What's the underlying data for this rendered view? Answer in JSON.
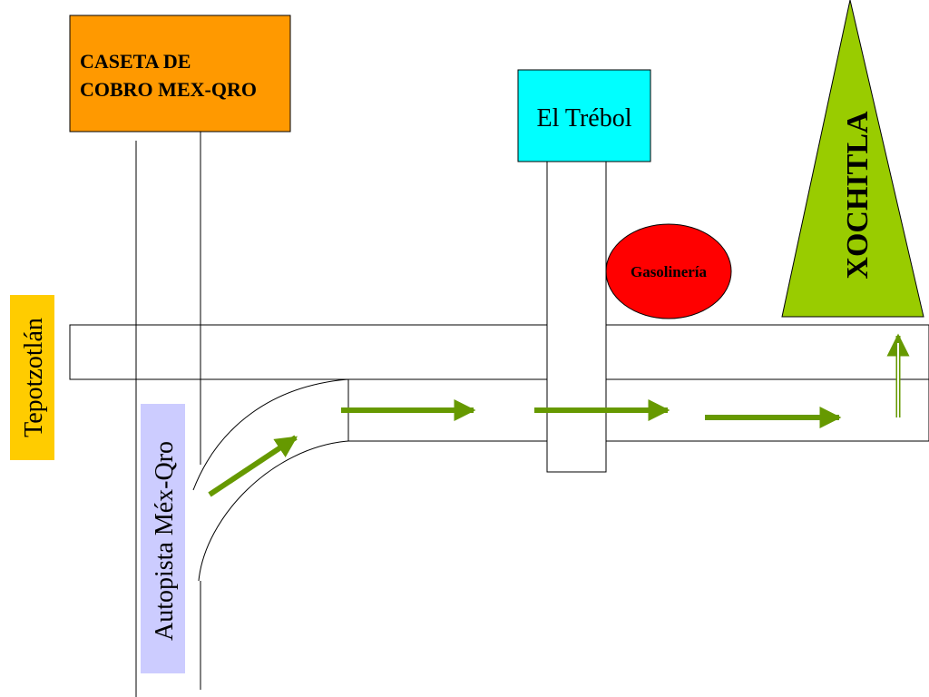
{
  "labels": {
    "caseta_line1": "CASETA DE",
    "caseta_line2": "COBRO MEX-QRO",
    "trebol": "El Trébol",
    "xochitla": "XOCHITLA",
    "gasolineria": "Gasolinería",
    "tepotzotlan": "Tepotzotlán",
    "autopista": "Autopista Méx-Qro"
  },
  "colors": {
    "caseta": "#FF9900",
    "trebol": "#00FFFF",
    "xochitla": "#99CC00",
    "gasolineria": "#FF0000",
    "tepotzotlan": "#FFCC00",
    "autopista": "#CCCCFF",
    "arrow": "#669900",
    "arrow_up": "#99CC00"
  },
  "icons": {
    "route_arrow": "arrow-right-icon",
    "entry_arrow": "arrow-up-icon"
  }
}
